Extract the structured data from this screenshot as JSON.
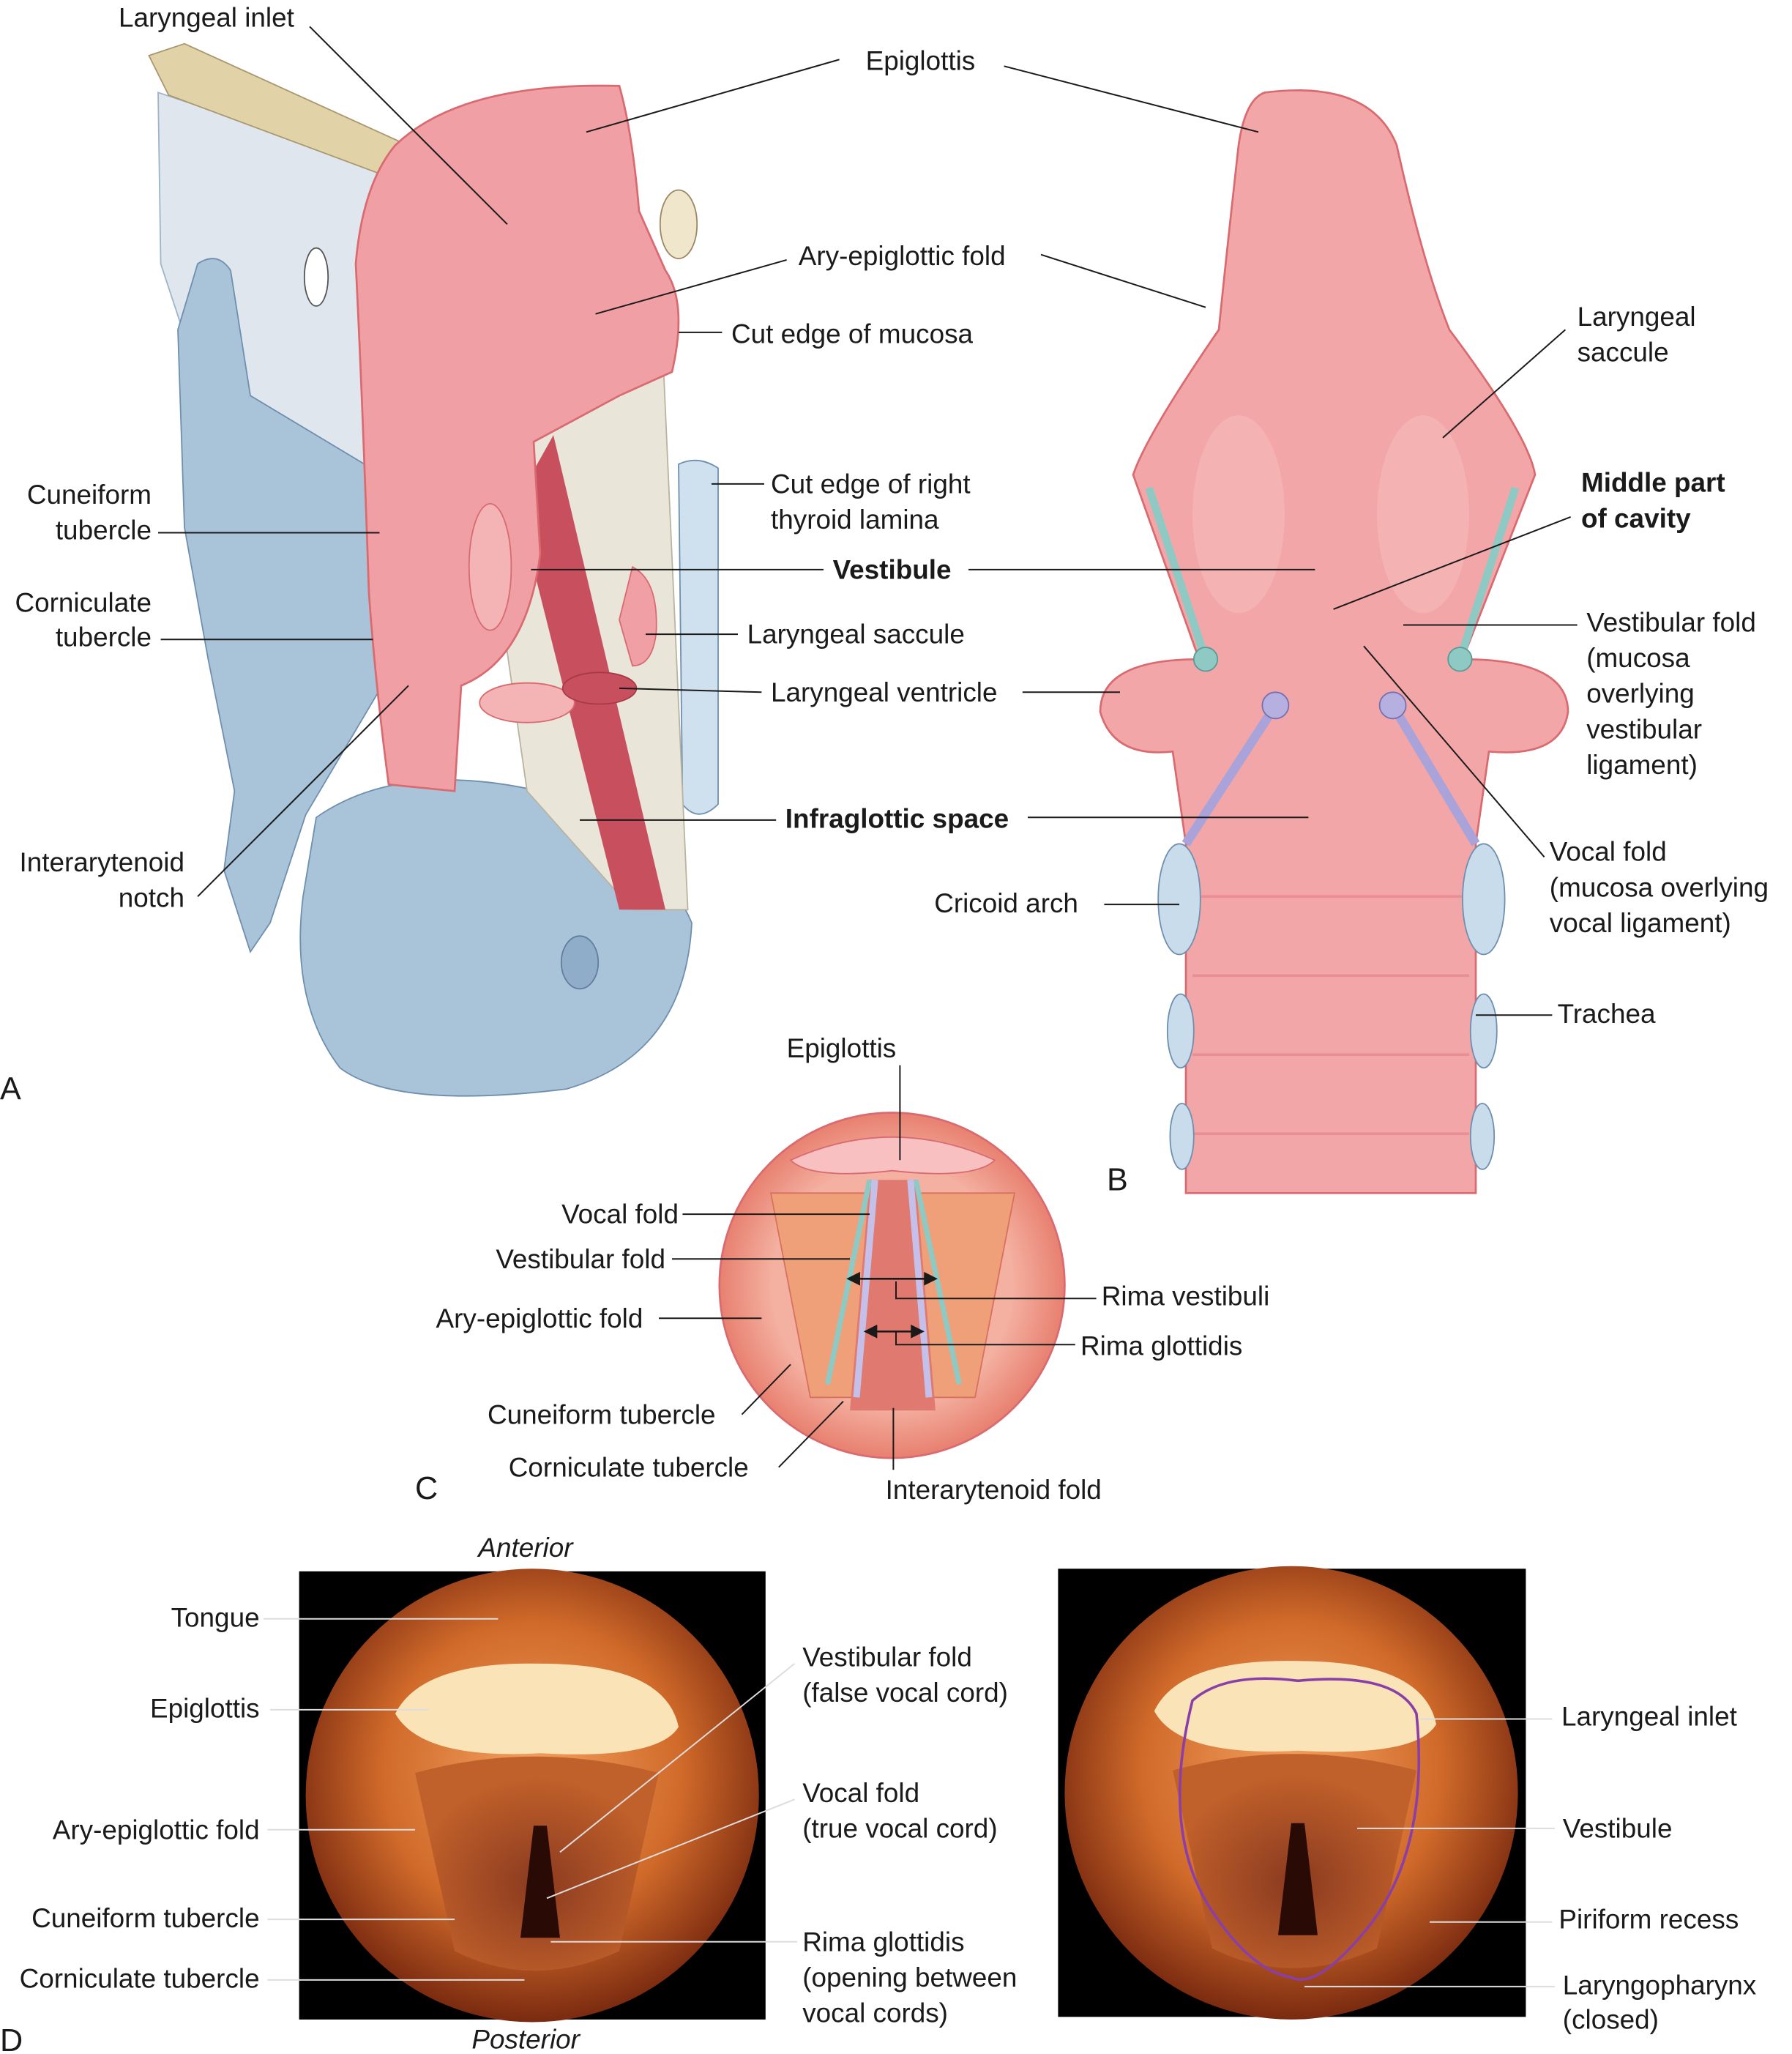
{
  "colors": {
    "mucosa": "#f2a6a8",
    "mucosa_edge": "#d86a70",
    "cartilage": "#a9c3d9",
    "ligament_vestibular": "#8fc9c4",
    "ligament_vocal": "#a9a3d9",
    "photo_bg": "#000000",
    "inlet_outline": "#8a3fa8"
  },
  "panel_a": {
    "letter": "A",
    "laryngeal_inlet": "Laryngeal inlet",
    "cut_edge_mucosa": "Cut edge of mucosa",
    "cut_edge_thyroid": [
      "Cut edge of right",
      "thyroid lamina"
    ],
    "cuneiform_tubercle": [
      "Cuneiform",
      "tubercle"
    ],
    "corniculate_tubercle": [
      "Corniculate",
      "tubercle"
    ],
    "laryngeal_saccule": "Laryngeal saccule",
    "interarytenoid_notch": [
      "Interarytenoid",
      "notch"
    ]
  },
  "shared": {
    "epiglottis": "Epiglottis",
    "ary_epiglottic_fold": "Ary-epiglottic fold",
    "vestibule": "Vestibule",
    "laryngeal_ventricle": "Laryngeal ventricle",
    "infraglottic_space": "Infraglottic space"
  },
  "panel_b": {
    "letter": "B",
    "laryngeal_saccule": [
      "Laryngeal",
      "saccule"
    ],
    "middle_part": [
      "Middle part",
      "of cavity"
    ],
    "vestibular_fold": [
      "Vestibular fold",
      "(mucosa",
      "overlying",
      "vestibular",
      "ligament)"
    ],
    "vocal_fold": [
      "Vocal fold",
      "(mucosa overlying",
      "vocal ligament)"
    ],
    "cricoid_arch": "Cricoid arch",
    "trachea": "Trachea"
  },
  "panel_c": {
    "letter": "C",
    "epiglottis": "Epiglottis",
    "vocal_fold": "Vocal fold",
    "vestibular_fold": "Vestibular fold",
    "ary_epiglottic_fold": "Ary-epiglottic fold",
    "rima_vestibuli": "Rima vestibuli",
    "rima_glottidis": "Rima glottidis",
    "cuneiform_tubercle": "Cuneiform tubercle",
    "corniculate_tubercle": "Corniculate tubercle",
    "interarytenoid_fold": "Interarytenoid fold"
  },
  "panel_d": {
    "letter": "D",
    "anterior": "Anterior",
    "posterior": "Posterior",
    "left": {
      "tongue": "Tongue",
      "epiglottis": "Epiglottis",
      "ary_epiglottic_fold": "Ary-epiglottic fold",
      "cuneiform_tubercle": "Cuneiform tubercle",
      "corniculate_tubercle": "Corniculate tubercle",
      "vestibular_fold": [
        "Vestibular fold",
        "(false vocal cord)"
      ],
      "vocal_fold": [
        "Vocal fold",
        "(true vocal cord)"
      ],
      "rima_glottidis": [
        "Rima glottidis",
        "(opening between",
        "vocal cords)"
      ]
    },
    "right": {
      "laryngeal_inlet": "Laryngeal inlet",
      "vestibule": "Vestibule",
      "piriform_recess": "Piriform recess",
      "laryngopharynx": [
        "Laryngopharynx",
        "(closed)"
      ]
    }
  }
}
